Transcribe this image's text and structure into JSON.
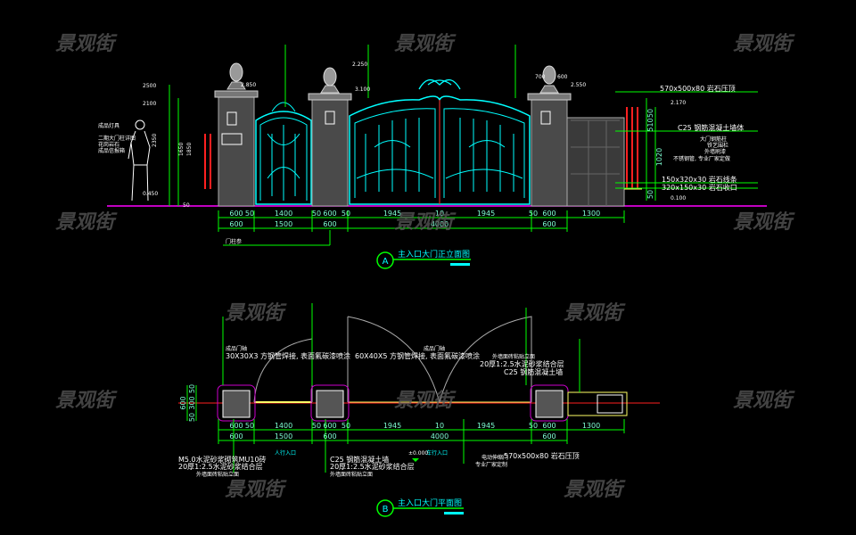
{
  "watermark": "景观街",
  "colors": {
    "background": "#000000",
    "dimension": "#00ff00",
    "gate": "#00ffff",
    "ground": "#ff00ff",
    "fence": "#ff2020",
    "wall": "#808080",
    "gate_line": "#ffff66"
  },
  "elevation": {
    "marker": "A",
    "title": "主入口大门正立面图",
    "dims_row1": [
      "600",
      "50",
      "1400",
      "50",
      "600",
      "50",
      "1945",
      "10",
      "1945",
      "50",
      "600",
      "1300"
    ],
    "dims_row2": [
      "600",
      "1500",
      "600",
      "4000",
      "600"
    ],
    "label_gate_post": "门柱参",
    "left_heights": [
      "2500",
      "2100",
      "2350",
      "1650",
      "1850",
      "0.450",
      "50"
    ],
    "right_notes": [
      "570x500x80 岩石压顶",
      "2.170",
      "C25 钢筋混凝土墙体",
      "大门钢筋柱",
      "铁艺围栏",
      "外墙刷漆",
      "不锈钢管, 专业厂家定做",
      "150x320x30 岩石线条",
      "320x150x30 岩石收口",
      "0.100"
    ],
    "right_dims": [
      "50",
      "510",
      "1020",
      "50"
    ],
    "top_dims": [
      "700",
      "600",
      "2.250",
      "2.850",
      "3.100",
      "2.550"
    ],
    "left_notes": [
      "成品灯具",
      "二期大门柱详图",
      "花岗岩石",
      "成品信报箱"
    ]
  },
  "plan": {
    "marker": "B",
    "title": "主入口大门平面图",
    "dims_row1": [
      "600",
      "50",
      "1400",
      "50",
      "600",
      "50",
      "1945",
      "10",
      "1945",
      "50",
      "600",
      "1300"
    ],
    "dims_row2": [
      "600",
      "1500",
      "600",
      "4000",
      "600"
    ],
    "labels": [
      "人行入口",
      "车行入口",
      "±0.000"
    ],
    "notes_top": [
      "成品门轴",
      "30X30X3 方钢管焊接, 表面氟碳漆喷涂",
      "成品门轴",
      "60X40X5 方钢管焊接, 表面氟碳漆喷涂",
      "外墙面砖粘贴立面",
      "20厚1:2.5水泥砂浆结合层",
      "C25 钢筋混凝土墙"
    ],
    "notes_bottom_left": [
      "M5.0水泥砂浆砌筑MU10砖",
      "20厚1:2.5水泥砂浆结合层",
      "外墙面砖粘贴立面"
    ],
    "notes_bottom_mid": [
      "C25 钢筋混凝土墙",
      "20厚1:2.5水泥砂浆结合层",
      "外墙面砖粘贴立面"
    ],
    "notes_bottom_right": [
      "电动伸缩门",
      "专业厂家定制",
      "570x500x80 岩石压顶"
    ],
    "left_dims": [
      "600",
      "50",
      "300",
      "50"
    ]
  }
}
